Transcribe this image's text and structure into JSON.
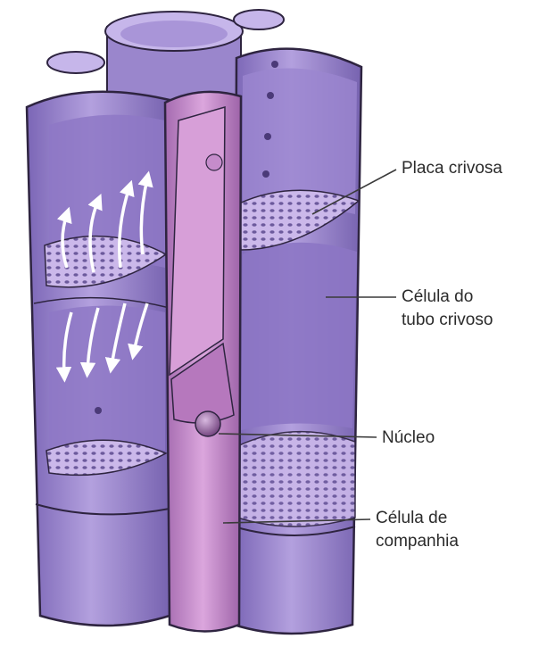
{
  "labels": {
    "placa_crivosa": "Placa crivosa",
    "celula_tubo_line1": "Célula do",
    "celula_tubo_line2": "tubo crivoso",
    "nucleo": "Núcleo",
    "celula_comp_line1": "Célula de",
    "celula_comp_line2": "companhia"
  },
  "colors": {
    "tube_light": "#b9a6df",
    "tube_mid": "#9c86cf",
    "tube_dark": "#6f5aa8",
    "inner_wall": "#8d77c4",
    "companion": "#c88fce",
    "companion_dark": "#a66db0",
    "sieve_plate": "#c7b4e6",
    "outline": "#2e2440",
    "leader_line": "#3a3a3a"
  }
}
